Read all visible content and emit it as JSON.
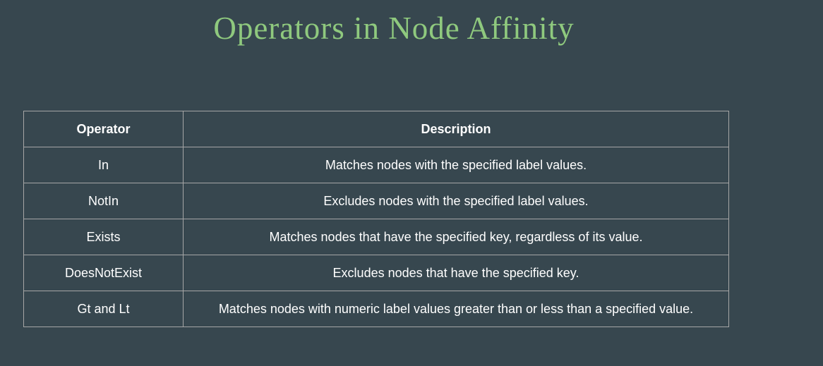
{
  "page": {
    "title": "Operators in Node Affinity",
    "background_color": "#37474f",
    "title_color": "#8fc97e",
    "table_border_color": "#a6a6a6",
    "table_text_color": "#ffffff"
  },
  "table": {
    "headers": [
      "Operator",
      "Description"
    ],
    "rows": [
      {
        "operator": "In",
        "description": "Matches nodes with the specified label values."
      },
      {
        "operator": "NotIn",
        "description": "Excludes nodes with the specified label values."
      },
      {
        "operator": "Exists",
        "description": "Matches nodes that have the specified key, regardless of its value."
      },
      {
        "operator": "DoesNotExist",
        "description": "Excludes nodes that have the specified key."
      },
      {
        "operator": "Gt and Lt",
        "description": "Matches nodes with numeric label values greater than or less than a specified value."
      }
    ]
  }
}
